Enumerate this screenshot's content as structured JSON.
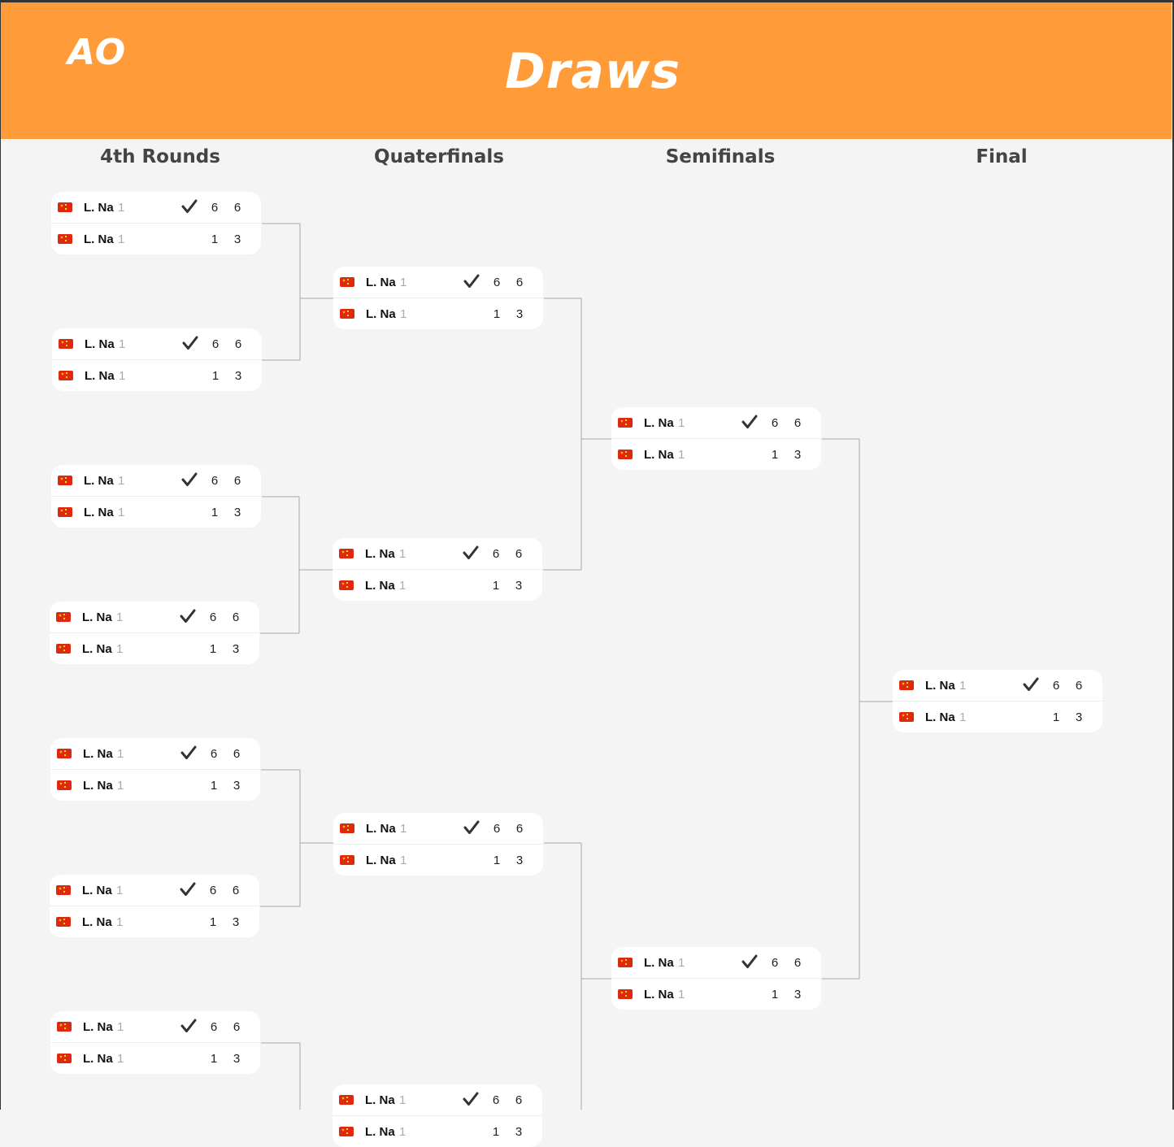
{
  "header": {
    "logo": "AO",
    "title": "Draws",
    "background_color": "#ff9b38"
  },
  "rounds": [
    {
      "title": "4th Rounds"
    },
    {
      "title": "Quaterfinals"
    },
    {
      "title": "Semifinals"
    },
    {
      "title": "Final"
    }
  ],
  "matches": [
    {
      "round": 0,
      "players": [
        {
          "flag": "china-flag-icon",
          "name": "L. Na",
          "seed": "1",
          "winner": true,
          "scores": [
            "6",
            "6"
          ]
        },
        {
          "flag": "china-flag-icon",
          "name": "L. Na",
          "seed": "1",
          "winner": false,
          "scores": [
            "1",
            "3"
          ]
        }
      ]
    },
    {
      "round": 0,
      "players": [
        {
          "flag": "china-flag-icon",
          "name": "L. Na",
          "seed": "1",
          "winner": true,
          "scores": [
            "6",
            "6"
          ]
        },
        {
          "flag": "china-flag-icon",
          "name": "L. Na",
          "seed": "1",
          "winner": false,
          "scores": [
            "1",
            "3"
          ]
        }
      ]
    },
    {
      "round": 0,
      "players": [
        {
          "flag": "china-flag-icon",
          "name": "L. Na",
          "seed": "1",
          "winner": true,
          "scores": [
            "6",
            "6"
          ]
        },
        {
          "flag": "china-flag-icon",
          "name": "L. Na",
          "seed": "1",
          "winner": false,
          "scores": [
            "1",
            "3"
          ]
        }
      ]
    },
    {
      "round": 0,
      "players": [
        {
          "flag": "china-flag-icon",
          "name": "L. Na",
          "seed": "1",
          "winner": true,
          "scores": [
            "6",
            "6"
          ]
        },
        {
          "flag": "china-flag-icon",
          "name": "L. Na",
          "seed": "1",
          "winner": false,
          "scores": [
            "1",
            "3"
          ]
        }
      ]
    },
    {
      "round": 0,
      "players": [
        {
          "flag": "china-flag-icon",
          "name": "L. Na",
          "seed": "1",
          "winner": true,
          "scores": [
            "6",
            "6"
          ]
        },
        {
          "flag": "china-flag-icon",
          "name": "L. Na",
          "seed": "1",
          "winner": false,
          "scores": [
            "1",
            "3"
          ]
        }
      ]
    },
    {
      "round": 0,
      "players": [
        {
          "flag": "china-flag-icon",
          "name": "L. Na",
          "seed": "1",
          "winner": true,
          "scores": [
            "6",
            "6"
          ]
        },
        {
          "flag": "china-flag-icon",
          "name": "L. Na",
          "seed": "1",
          "winner": false,
          "scores": [
            "1",
            "3"
          ]
        }
      ]
    },
    {
      "round": 0,
      "players": [
        {
          "flag": "china-flag-icon",
          "name": "L. Na",
          "seed": "1",
          "winner": true,
          "scores": [
            "6",
            "6"
          ]
        },
        {
          "flag": "china-flag-icon",
          "name": "L. Na",
          "seed": "1",
          "winner": false,
          "scores": [
            "1",
            "3"
          ]
        }
      ]
    },
    {
      "round": 1,
      "players": [
        {
          "flag": "china-flag-icon",
          "name": "L. Na",
          "seed": "1",
          "winner": true,
          "scores": [
            "6",
            "6"
          ]
        },
        {
          "flag": "china-flag-icon",
          "name": "L. Na",
          "seed": "1",
          "winner": false,
          "scores": [
            "1",
            "3"
          ]
        }
      ]
    },
    {
      "round": 1,
      "players": [
        {
          "flag": "china-flag-icon",
          "name": "L. Na",
          "seed": "1",
          "winner": true,
          "scores": [
            "6",
            "6"
          ]
        },
        {
          "flag": "china-flag-icon",
          "name": "L. Na",
          "seed": "1",
          "winner": false,
          "scores": [
            "1",
            "3"
          ]
        }
      ]
    },
    {
      "round": 1,
      "players": [
        {
          "flag": "china-flag-icon",
          "name": "L. Na",
          "seed": "1",
          "winner": true,
          "scores": [
            "6",
            "6"
          ]
        },
        {
          "flag": "china-flag-icon",
          "name": "L. Na",
          "seed": "1",
          "winner": false,
          "scores": [
            "1",
            "3"
          ]
        }
      ]
    },
    {
      "round": 1,
      "players": [
        {
          "flag": "china-flag-icon",
          "name": "L. Na",
          "seed": "1",
          "winner": true,
          "scores": [
            "6",
            "6"
          ]
        },
        {
          "flag": "china-flag-icon",
          "name": "L. Na",
          "seed": "1",
          "winner": false,
          "scores": [
            "1",
            "3"
          ]
        }
      ]
    },
    {
      "round": 2,
      "players": [
        {
          "flag": "china-flag-icon",
          "name": "L. Na",
          "seed": "1",
          "winner": true,
          "scores": [
            "6",
            "6"
          ]
        },
        {
          "flag": "china-flag-icon",
          "name": "L. Na",
          "seed": "1",
          "winner": false,
          "scores": [
            "1",
            "3"
          ]
        }
      ]
    },
    {
      "round": 2,
      "players": [
        {
          "flag": "china-flag-icon",
          "name": "L. Na",
          "seed": "1",
          "winner": true,
          "scores": [
            "6",
            "6"
          ]
        },
        {
          "flag": "china-flag-icon",
          "name": "L. Na",
          "seed": "1",
          "winner": false,
          "scores": [
            "1",
            "3"
          ]
        }
      ]
    },
    {
      "round": 3,
      "players": [
        {
          "flag": "china-flag-icon",
          "name": "L. Na",
          "seed": "1",
          "winner": true,
          "scores": [
            "6",
            "6"
          ]
        },
        {
          "flag": "china-flag-icon",
          "name": "L. Na",
          "seed": "1",
          "winner": false,
          "scores": [
            "1",
            "3"
          ]
        }
      ]
    }
  ]
}
